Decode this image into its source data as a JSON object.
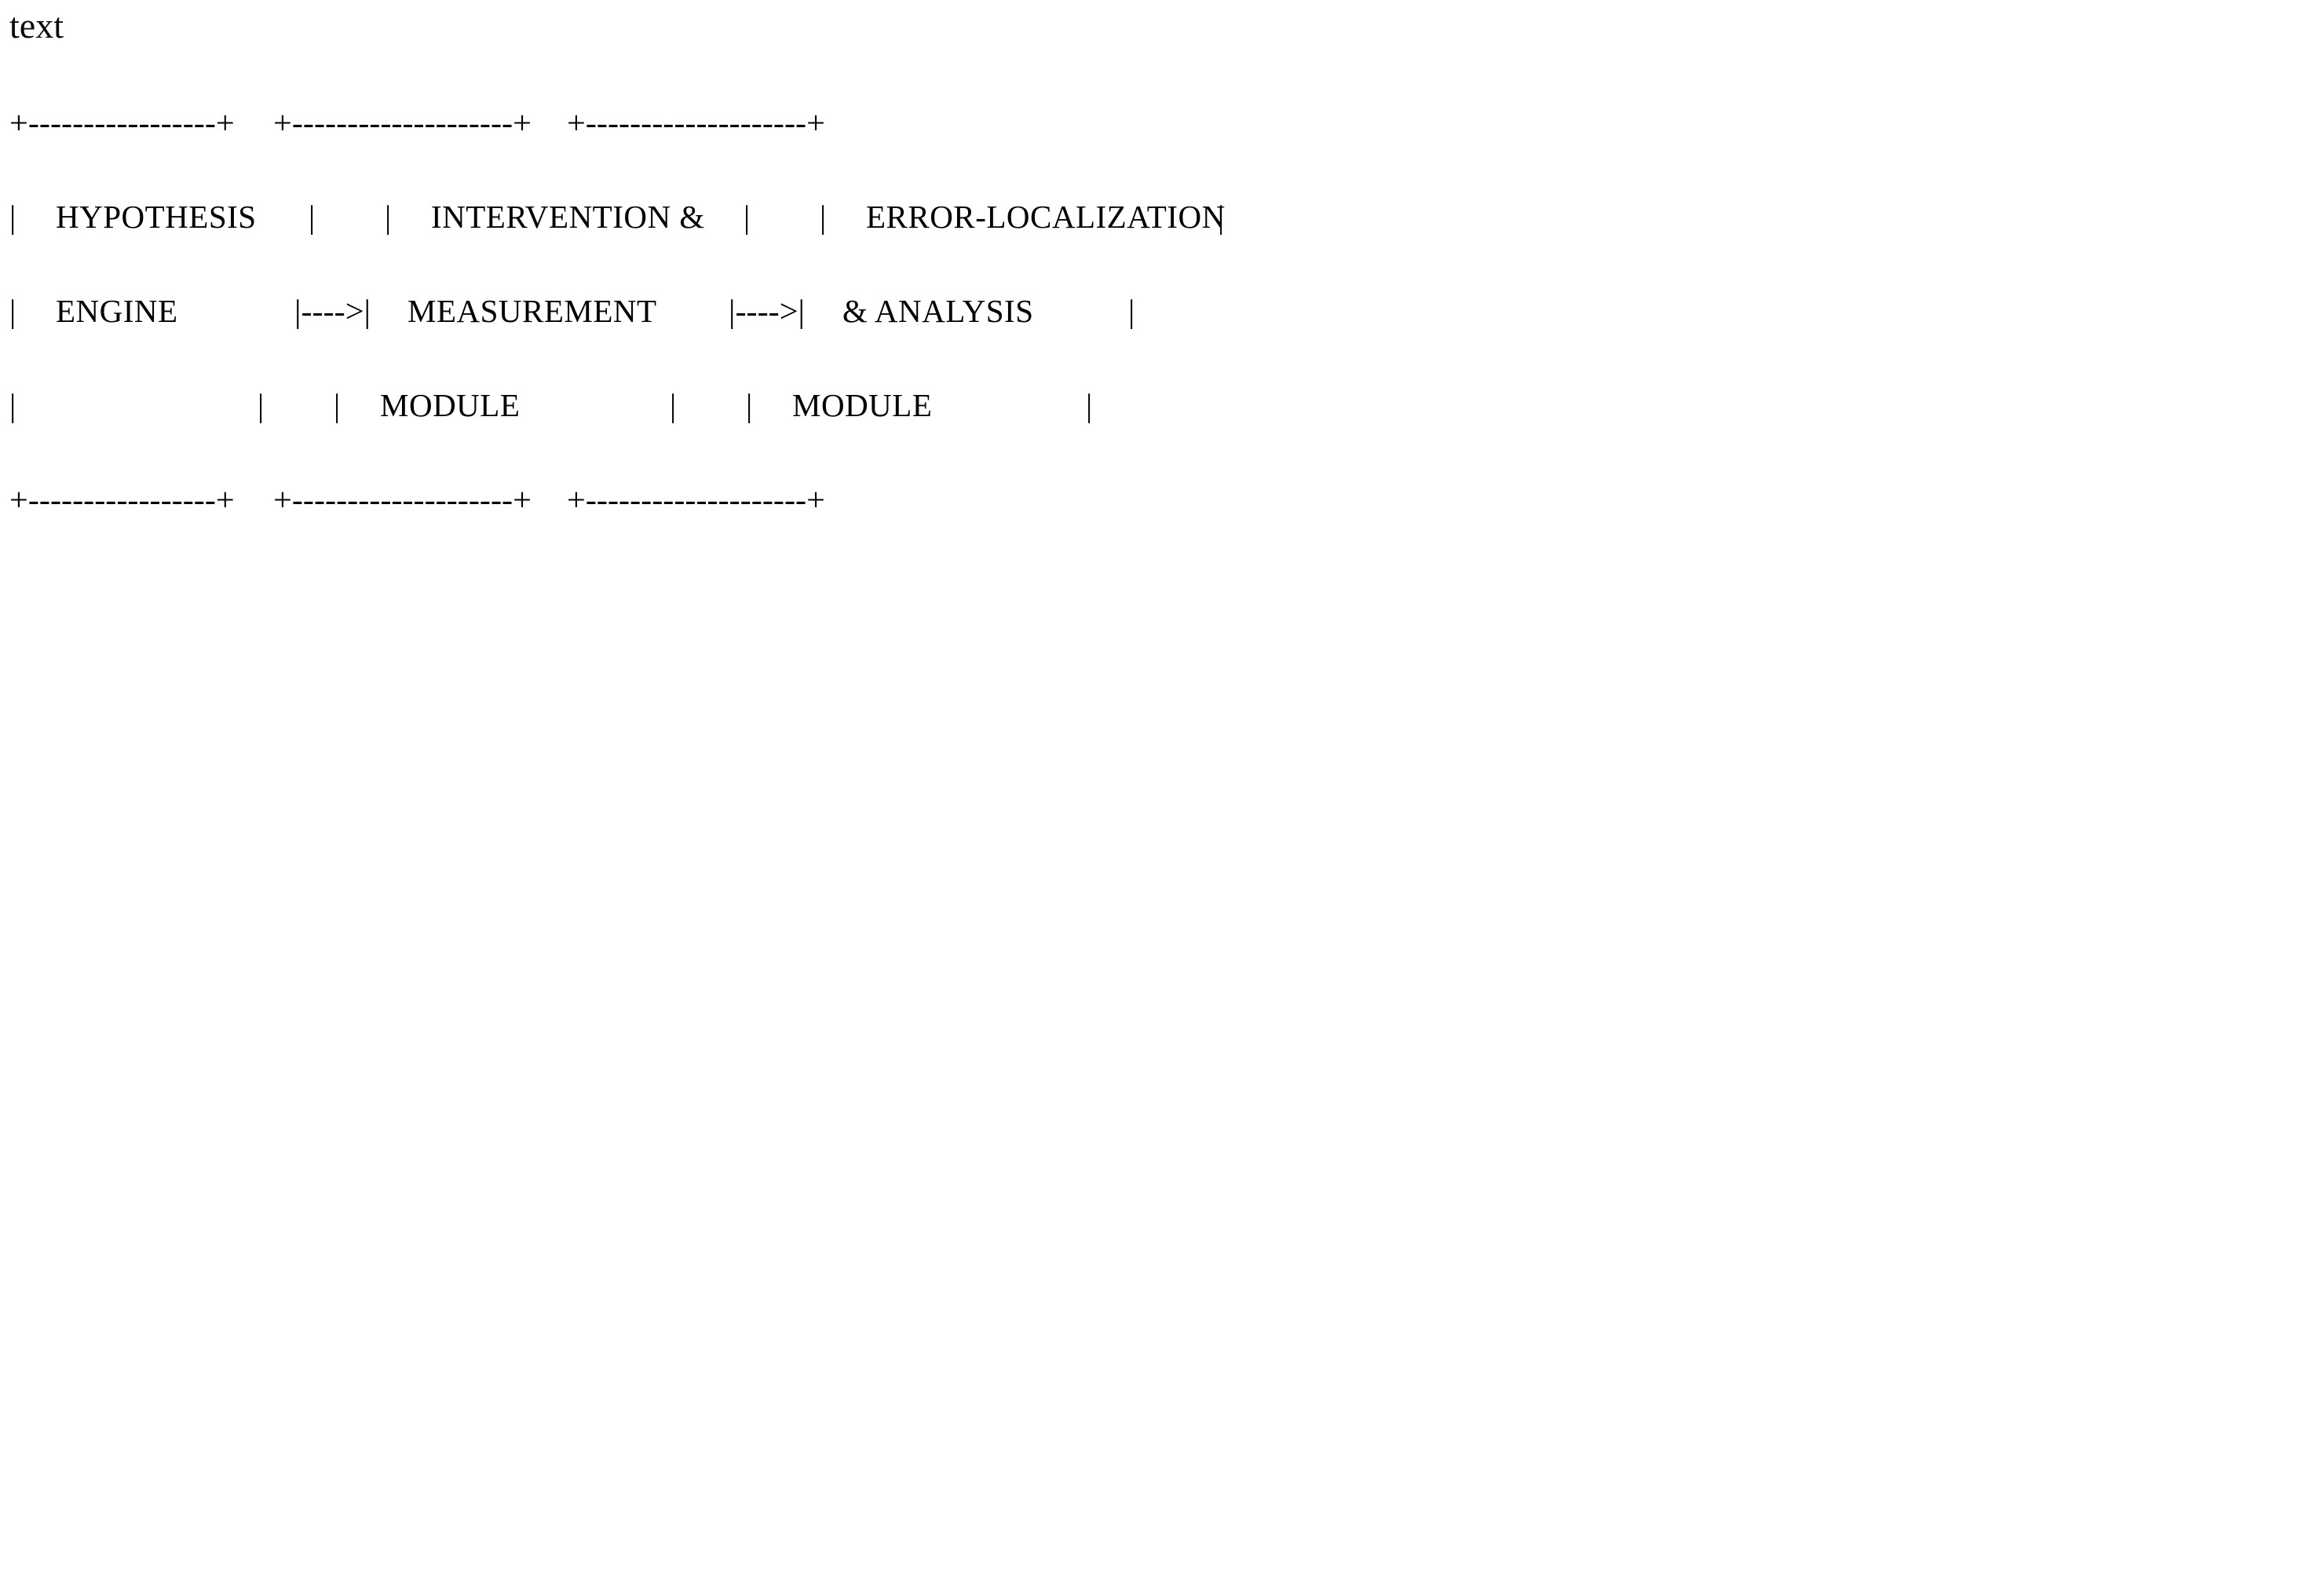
{
  "document": {
    "title_text": "text",
    "background_color": "#ffffff",
    "text_color": "#000000",
    "kind": "ascii-art-block-diagram"
  },
  "diagram": {
    "description": "Three-stage research pipeline drawn as ASCII boxes connected by arrows",
    "arrow_glyph": "|---->|",
    "corner_glyph": "+",
    "vertical_glyph": "|",
    "boxes": [
      {
        "id": "hypothesis-engine",
        "top_border": "+-----------------+",
        "bottom_border": "+-----------------+",
        "lines": [
          "HYPOTHESIS",
          "ENGINE",
          ""
        ]
      },
      {
        "id": "intervention-measurement",
        "top_border": "+--------------------+",
        "bottom_border": "+--------------------+",
        "lines": [
          "INTERVENTION &",
          "MEASUREMENT",
          "MODULE"
        ]
      },
      {
        "id": "error-localization-analysis",
        "top_border": "+--------------------+",
        "bottom_border": "+--------------------+",
        "lines": [
          "ERROR-LOCALIZATION",
          "& ANALYSIS",
          "MODULE"
        ]
      }
    ],
    "connectors": [
      {
        "id": "arrow-1",
        "from": "hypothesis-engine",
        "to": "intervention-measurement",
        "text": "|---->|"
      },
      {
        "id": "arrow-2",
        "from": "intervention-measurement",
        "to": "error-localization-analysis",
        "text": "|---->|"
      }
    ],
    "raw_rows": [
      "+-----------------+    +--------------------+    +--------------------+",
      "|   HYPOTHESIS    |    |   INTERVENTION &   |    |  ERROR-LOCALIZATION |",
      "|   ENGINE        |---->|   MEASUREMENT     |---->|   & ANALYSIS       |",
      "|                 |    |   MODULE           |    |   MODULE            |",
      "+-----------------+    +--------------------+    +--------------------+"
    ]
  }
}
